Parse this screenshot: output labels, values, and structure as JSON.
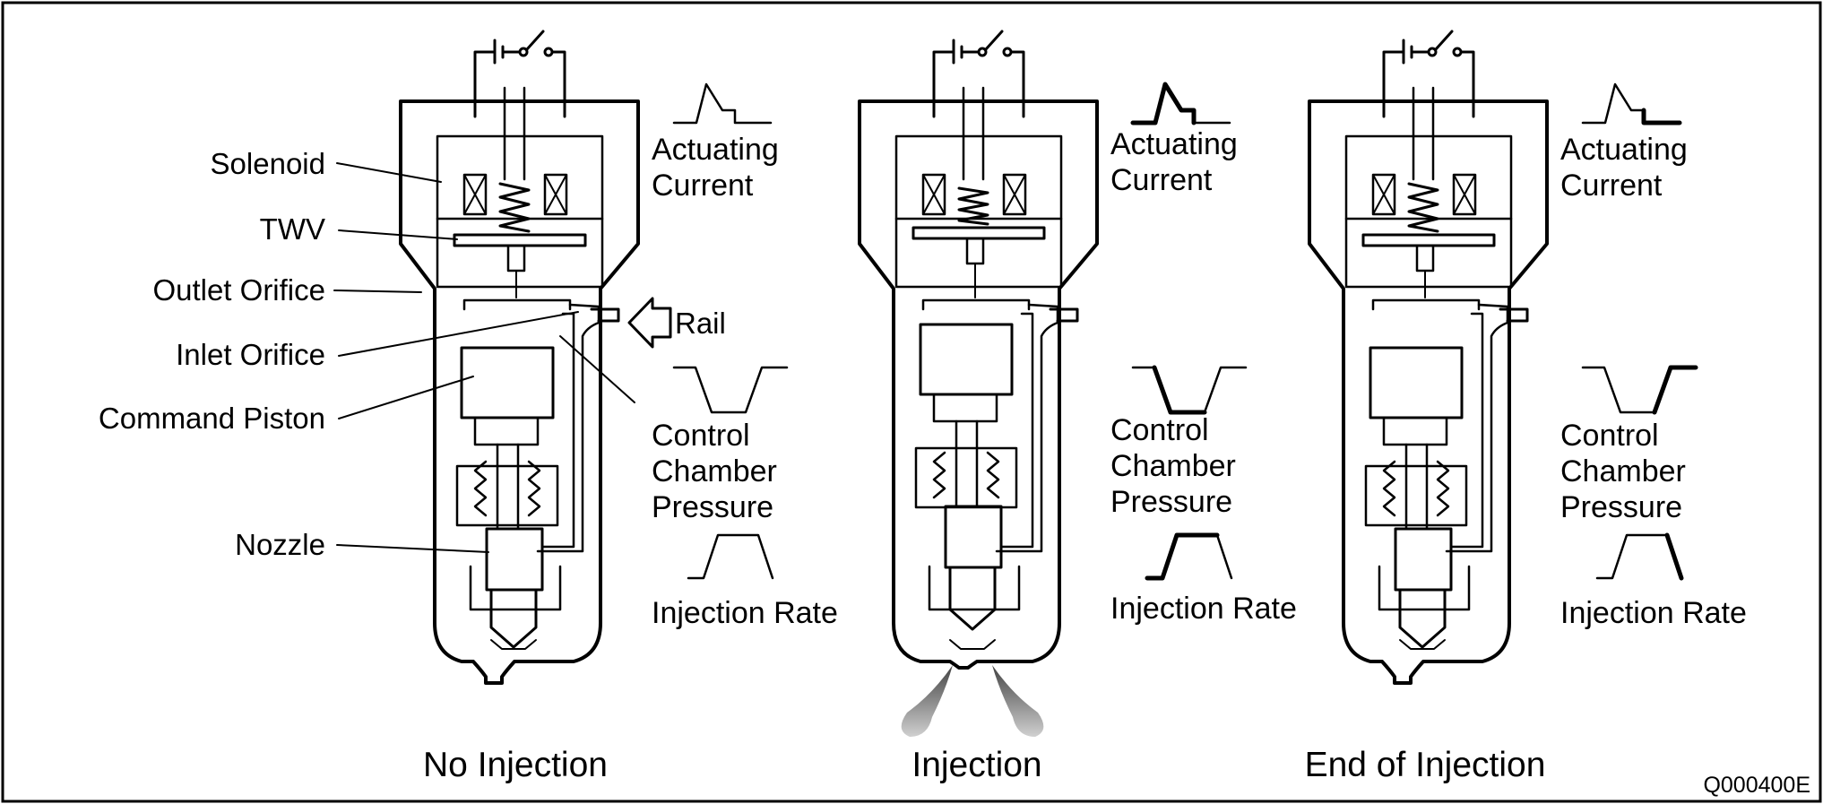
{
  "part_labels": {
    "solenoid": "Solenoid",
    "twv": "TWV",
    "outlet_orifice": "Outlet Orifice",
    "inlet_orifice": "Inlet Orifice",
    "command_piston": "Command Piston",
    "nozzle": "Nozzle",
    "rail": "Rail"
  },
  "panels": [
    {
      "state": "No Injection",
      "actuating_current": [
        "Actuating",
        "Current"
      ],
      "control_chamber_pressure": [
        "Control",
        "Chamber",
        "Pressure"
      ],
      "injection_rate": "Injection Rate"
    },
    {
      "state": "Injection",
      "actuating_current": [
        "Actuating",
        "Current"
      ],
      "control_chamber_pressure": [
        "Control",
        "Chamber",
        "Pressure"
      ],
      "injection_rate": "Injection Rate"
    },
    {
      "state": "End of Injection",
      "actuating_current": [
        "Actuating",
        "Current"
      ],
      "control_chamber_pressure": [
        "Control",
        "Chamber",
        "Pressure"
      ],
      "injection_rate": "Injection Rate"
    }
  ],
  "figure_code": "Q000400E"
}
